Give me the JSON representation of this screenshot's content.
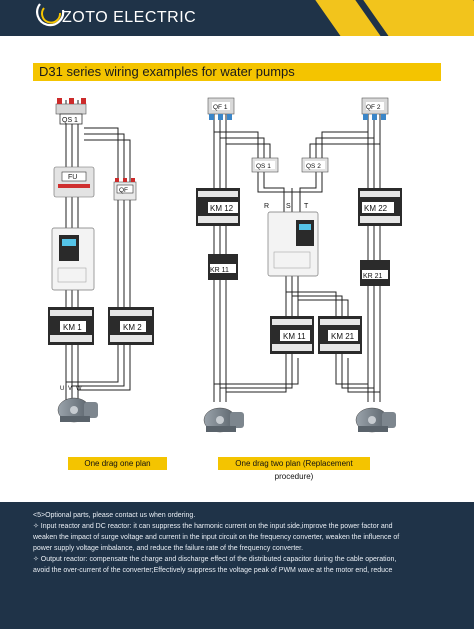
{
  "header": {
    "brand": "ZOTO ELECTRIC",
    "bg_color": "#1f3348",
    "accent_color": "#f4c400"
  },
  "title": "D31 series wiring examples for water pumps",
  "diagram_left": {
    "breaker_top": "QS 1",
    "fuse": "FU",
    "breaker_side": "QF",
    "contactor_a": "KM 1",
    "contactor_b": "KM 2",
    "motor_terminals": [
      "U",
      "V",
      "W"
    ],
    "caption": "One drag one plan"
  },
  "diagram_right": {
    "breaker_1": "QF 1",
    "breaker_2": "QF 2",
    "switch_1": "QS 1",
    "switch_2": "QS 2",
    "input_labels": [
      "R",
      "S",
      "T"
    ],
    "contactor_12": "KM 12",
    "contactor_22": "KM 22",
    "relay_11": "KR 11",
    "relay_21": "KR 21",
    "contactor_11": "KM 11",
    "contactor_21": "KM 21",
    "caption": "One drag two plan (Replacement procedure)"
  },
  "footer": {
    "line1": "<5>Optional parts, please contact us when ordering.",
    "para1": "✧ Input reactor and DC reactor: it can suppress the harmonic current on the input side,improve the power factor and weaken the impact of surge voltage and current in the input circuit on the frequency converter, weaken the influence of power supply voltage imbalance, and reduce the failure rate of the frequency converter.",
    "para2": "✧ Output reactor: compensate the charge and discharge effect of the distributed capacitor during the cable operation, avoid the over-current of the converter;Effectively suppress the voltage peak of PWM wave at the motor end, reduce"
  }
}
